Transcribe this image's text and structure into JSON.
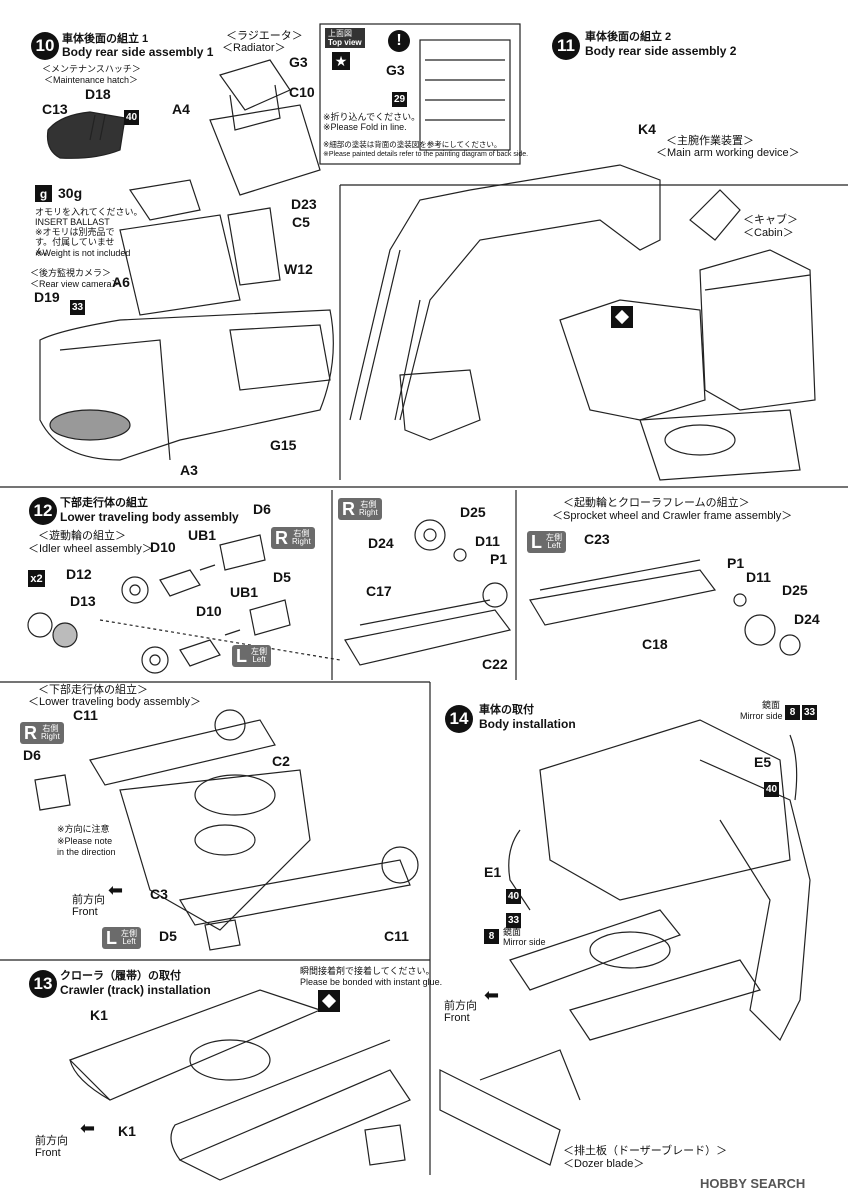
{
  "step10": {
    "num": "10",
    "title_jp": "車体後面の組立 1",
    "title_en": "Body rear side assembly 1",
    "radiator_jp": "＜ラジエータ＞",
    "radiator_en": "＜Radiator＞",
    "hatch_jp": "＜メンテナンスハッチ＞",
    "hatch_en": "＜Maintenance hatch＞",
    "ballast_weight": "30g",
    "ballast_icon": "g",
    "ballast_jp1": "オモリを入れてください。",
    "ballast_en1": "INSERT BALLAST",
    "ballast_jp2": "※オモリは別売品です。付属していません。",
    "ballast_en2": "※Weight is not included",
    "camera_jp": "＜後方監視カメラ＞",
    "camera_en": "＜Rear view camera＞",
    "parts": [
      "G3",
      "C10",
      "D18",
      "C13",
      "A4",
      "D23",
      "C5",
      "W12",
      "A6",
      "D19",
      "G15",
      "A3"
    ],
    "paint_40": "40",
    "paint_33": "33"
  },
  "topview": {
    "label_jp": "上面図",
    "label_en": "Top view",
    "part": "G3",
    "paint_29": "29",
    "fold_jp": "※折り込んでください。",
    "fold_en": "※Please Fold in line.",
    "paint_jp": "※細部の塗装は背面の塗装図を参考にしてください。",
    "paint_en": "※Please painted details refer to the painting diagram of back side."
  },
  "step11": {
    "num": "11",
    "title_jp": "車体後面の組立 2",
    "title_en": "Body rear side assembly 2",
    "part": "K4",
    "arm_jp": "＜主腕作業装置＞",
    "arm_en": "＜Main arm working device＞",
    "cabin_jp": "＜キャブ＞",
    "cabin_en": "＜Cabin＞"
  },
  "step12": {
    "num": "12",
    "title_jp": "下部走行体の組立",
    "title_en": "Lower traveling body assembly",
    "idler_jp": "＜遊動輪の組立＞",
    "idler_en": "＜Idler wheel assembly＞",
    "times": "x2",
    "right_letter": "R",
    "right_jp": "右側",
    "right_en": "Right",
    "left_letter": "L",
    "left_jp": "左側",
    "left_en": "Left",
    "parts_idler": [
      "D6",
      "UB1",
      "D10",
      "D12",
      "D13",
      "D5",
      "D10",
      "UB1"
    ],
    "sprocket_jp": "＜起動輪とクローラフレームの組立＞",
    "sprocket_en": "＜Sprocket wheel and Crawler frame assembly＞",
    "parts_right": [
      "D25",
      "D24",
      "D11",
      "P1",
      "C17",
      "C22"
    ],
    "parts_left": [
      "C23",
      "P1",
      "D11",
      "D25",
      "D24",
      "C18"
    ],
    "lower_jp": "＜下部走行体の組立＞",
    "lower_en": "＜Lower traveling body assembly＞",
    "parts_lower": [
      "C11",
      "C2",
      "D6",
      "C3",
      "D5",
      "C11"
    ],
    "dir_jp": "※方向に注意",
    "dir_en1": "※Please note",
    "dir_en2": "in the direction",
    "front_jp": "前方向",
    "front_en": "Front"
  },
  "step13": {
    "num": "13",
    "title_jp": "クローラ（履帯）の取付",
    "title_en": "Crawler (track) installation",
    "glue_jp": "瞬間接着剤で接着してください。",
    "glue_en": "Please be bonded with instant glue.",
    "parts": [
      "K1",
      "K1"
    ],
    "front_jp": "前方向",
    "front_en": "Front"
  },
  "step14": {
    "num": "14",
    "title_jp": "車体の取付",
    "title_en": "Body installation",
    "mirror_jp": "鏡面",
    "mirror_en": "Mirror side",
    "paint_8": "8",
    "paint_33": "33",
    "paint_40": "40",
    "parts": [
      "E5",
      "E1"
    ],
    "front_jp": "前方向",
    "front_en": "Front",
    "dozer_jp": "＜排土板（ドーザーブレード）＞",
    "dozer_en": "＜Dozer blade＞"
  },
  "watermark": "HOBBY SEARCH"
}
